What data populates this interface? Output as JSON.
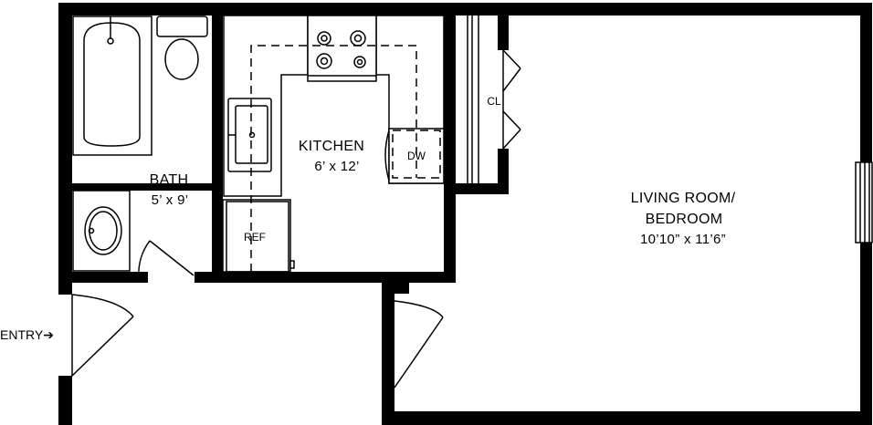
{
  "rooms": {
    "bath": {
      "name": "BATH",
      "dims": "5’ x 9’"
    },
    "kitchen": {
      "name": "KITCHEN",
      "dims": "6’ x 12’"
    },
    "living": {
      "name_line1": "LIVING ROOM/",
      "name_line2": "BEDROOM",
      "dims": "10’10” x 11’6”"
    }
  },
  "fixtures": {
    "refrigerator": "REF",
    "dishwasher": "DW",
    "closet": "CL"
  },
  "entry": {
    "label": "ENTRY",
    "arrow": "➔"
  }
}
